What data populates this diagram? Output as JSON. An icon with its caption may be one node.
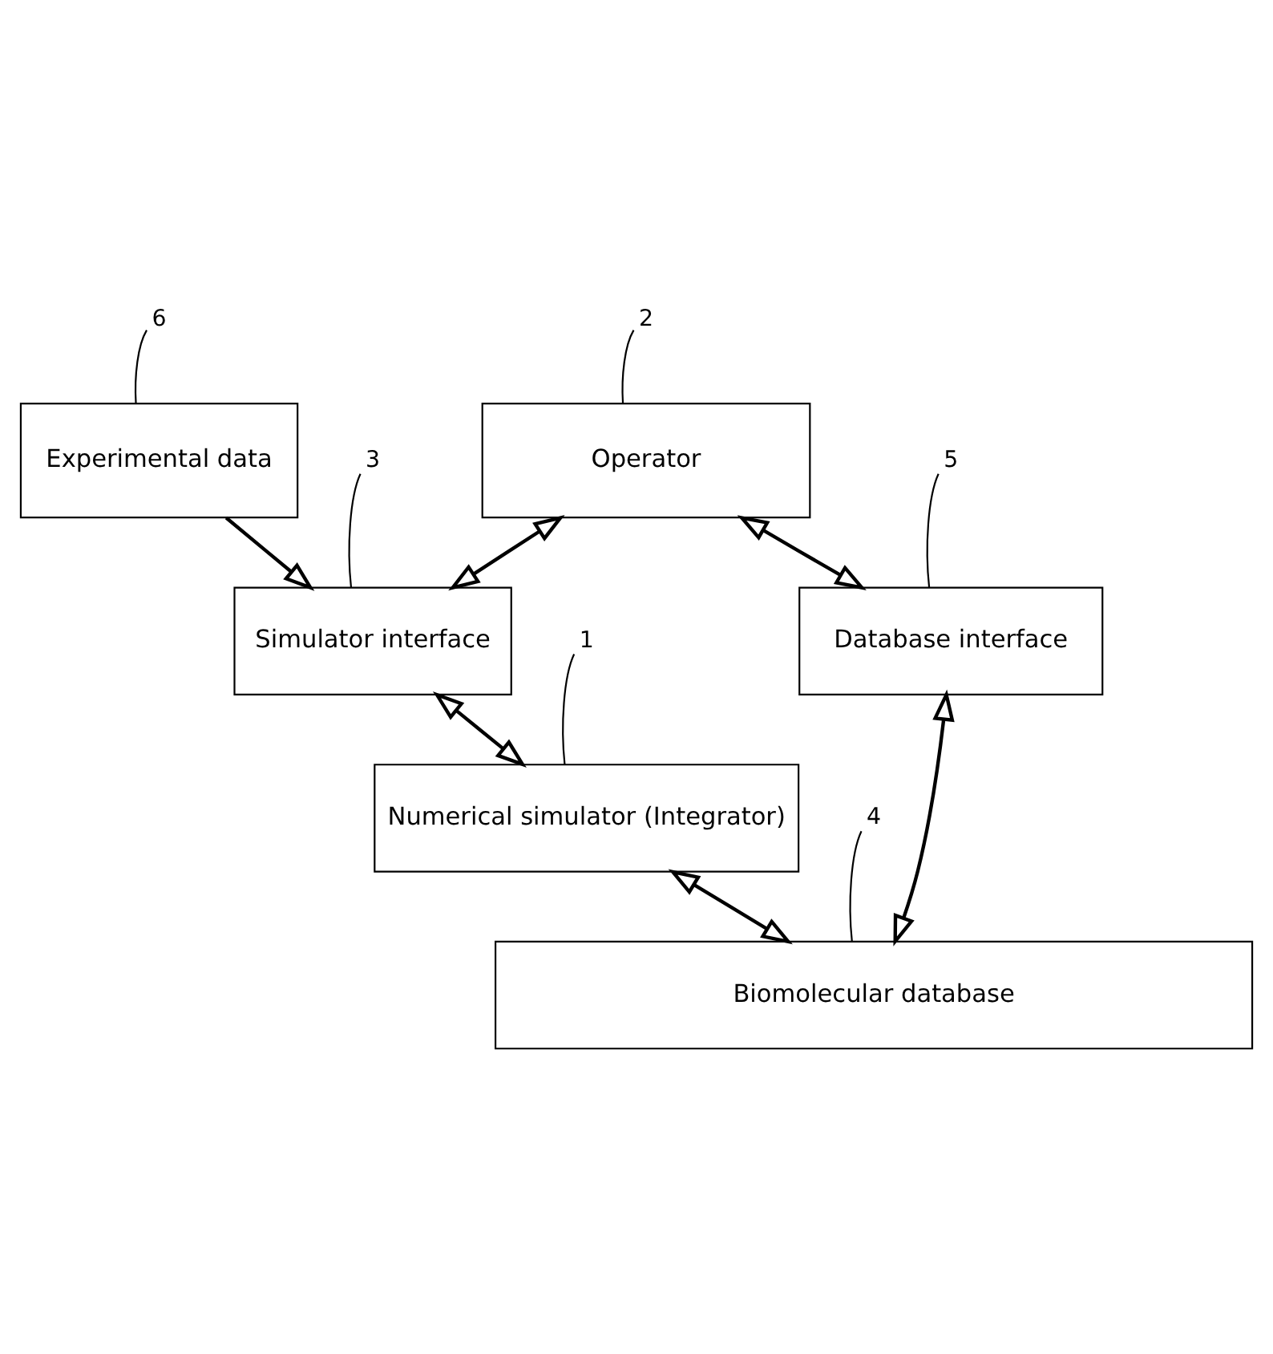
{
  "diagram": {
    "nodes": [
      {
        "text": [
          "Operator"
        ]
      },
      {
        "text": [
          "2"
        ]
      },
      {
        "text": [
          "Experimental data"
        ]
      },
      {
        "text": [
          "6"
        ]
      },
      {
        "text": [
          "Database interface"
        ]
      },
      {
        "text": [
          "5"
        ]
      },
      {
        "text": [
          "Simulator interface"
        ]
      },
      {
        "text": [
          "3"
        ]
      },
      {
        "text": [
          "Numerical simulator (Integrator)"
        ]
      },
      {
        "text": [
          "1"
        ]
      },
      {
        "text": [
          "Biomolecular database"
        ]
      },
      {
        "text": [
          "4"
        ]
      }
    ],
    "edges": [
      {
        "from": 0,
        "to": 4,
        "arrow": "both"
      },
      {
        "from": 0,
        "to": 6,
        "arrow": "both"
      },
      {
        "from": 2,
        "to": 6,
        "arrow": "to"
      },
      {
        "from": 6,
        "to": 8,
        "arrow": "both"
      },
      {
        "from": 4,
        "to": 10,
        "arrow": "both"
      },
      {
        "from": 8,
        "to": 10,
        "arrow": "both"
      },
      {
        "from": 1,
        "to": 0,
        "arrow": "none"
      },
      {
        "from": 3,
        "to": 2,
        "arrow": "none"
      },
      {
        "from": 5,
        "to": 4,
        "arrow": "none"
      },
      {
        "from": 7,
        "to": 6,
        "arrow": "none"
      },
      {
        "from": 9,
        "to": 8,
        "arrow": "none"
      },
      {
        "from": 11,
        "to": 10,
        "arrow": "none"
      }
    ]
  }
}
